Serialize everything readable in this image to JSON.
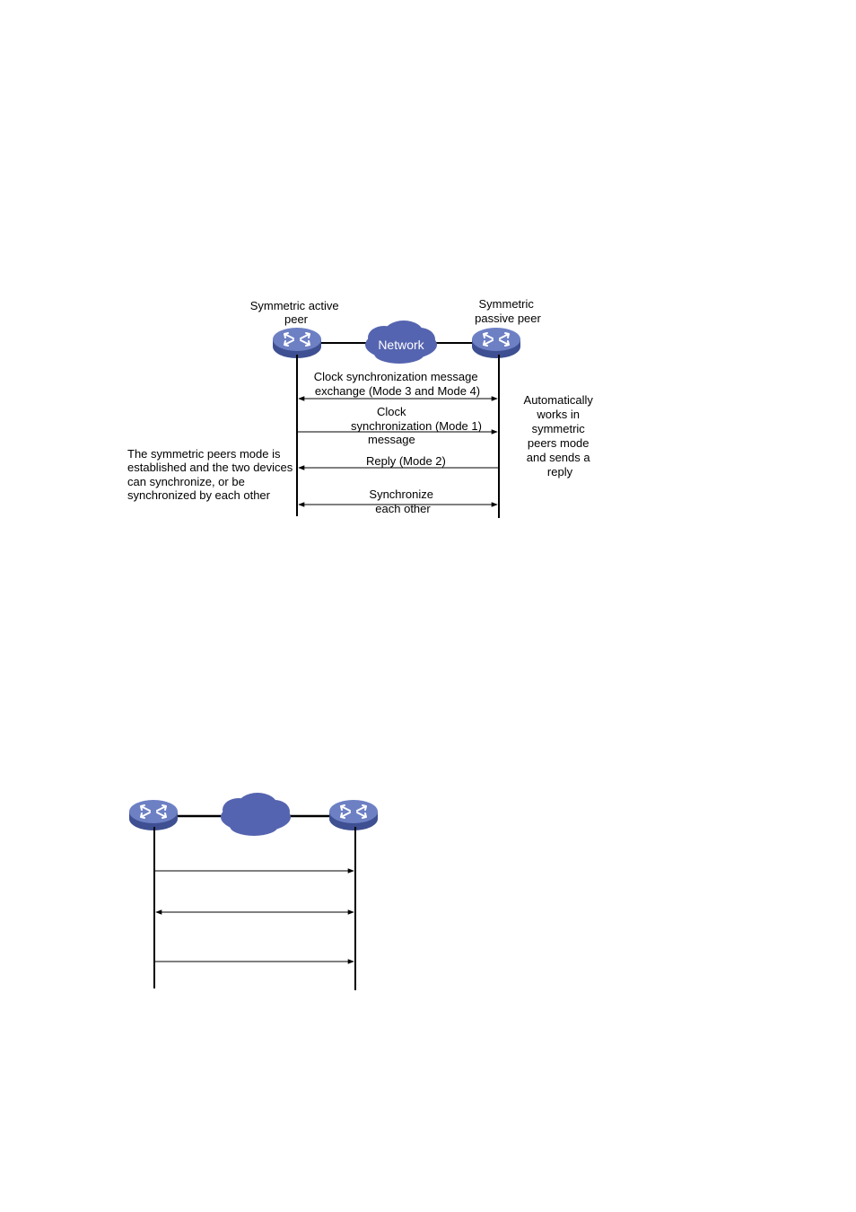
{
  "diagram1": {
    "active_peer_label": [
      "Symmetric active",
      "peer"
    ],
    "passive_peer_label": [
      "Symmetric",
      "passive peer"
    ],
    "network_label": "Network",
    "msg_exchange": [
      "Clock synchronization message",
      "exchange (Mode 3 and Mode 4)"
    ],
    "msg_clock_sync": [
      "Clock",
      "synchronization  (Mode 1)",
      "message"
    ],
    "msg_reply": "Reply  (Mode 2)",
    "msg_synchronize": [
      "Synchronize",
      "each other"
    ],
    "note_right": [
      "Automatically",
      "works in",
      "symmetric",
      "peers mode",
      "and sends a",
      "reply"
    ],
    "note_left": [
      "The symmetric peers mode is",
      "established and the two devices",
      "can  synchronize, or be",
      "synchronized by each other"
    ]
  },
  "colors": {
    "device_blue": "#5a6eb4",
    "cloud_blue": "#5564b0",
    "line": "#000000"
  }
}
